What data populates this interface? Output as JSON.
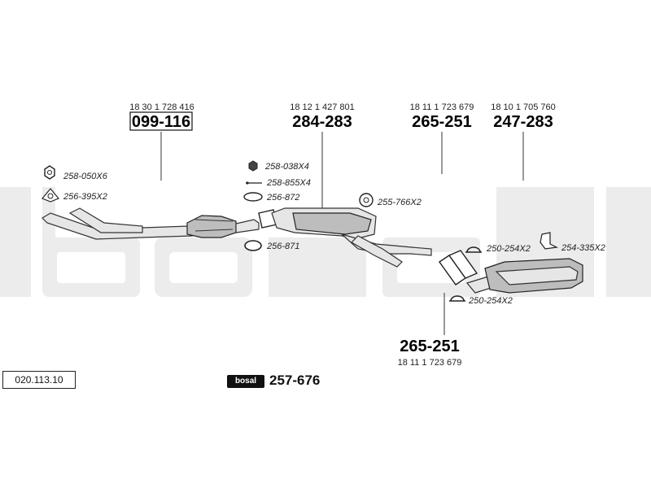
{
  "diagram": {
    "id": "020.113.10",
    "brand_badge": "bosal",
    "kit_number": "257-676"
  },
  "assemblies": [
    {
      "oem": "18 30 1 728 416",
      "number": "099-116",
      "boxed": true
    },
    {
      "oem": "18 12 1 427 801",
      "number": "284-283",
      "boxed": false
    },
    {
      "oem": "18 11 1 723 679",
      "number": "265-251",
      "boxed": false
    },
    {
      "oem": "18 10 1 705 760",
      "number": "247-283",
      "boxed": false
    },
    {
      "oem": "18 11 1 723 679",
      "number": "265-251",
      "boxed": false
    }
  ],
  "callouts": [
    {
      "label": "258-050X6",
      "icon": "nut-icon"
    },
    {
      "label": "256-395X2",
      "icon": "gasket-icon"
    },
    {
      "label": "258-038X4",
      "icon": "nut-icon"
    },
    {
      "label": "258-855X4",
      "icon": "bolt-icon"
    },
    {
      "label": "256-872",
      "icon": "gasket-ring-icon"
    },
    {
      "label": "256-871",
      "icon": "gasket-ring-icon"
    },
    {
      "label": "255-766X2",
      "icon": "rubber-hanger-icon"
    },
    {
      "label": "250-254X2",
      "icon": "clamp-icon"
    },
    {
      "label": "254-335X2",
      "icon": "hanger-bracket-icon"
    },
    {
      "label": "250-254X2",
      "icon": "clamp-icon"
    }
  ]
}
